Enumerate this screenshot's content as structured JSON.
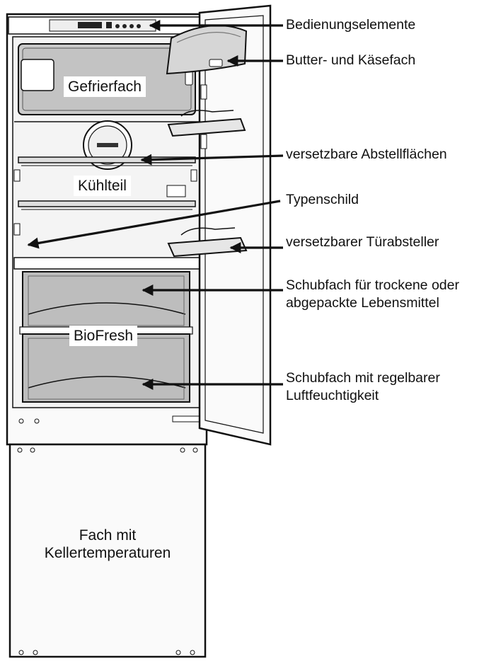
{
  "labels": {
    "controls": "Bedienungselemente",
    "butter_cheese": "Butter- und Käsefach",
    "shelves": "versetzbare Abstellflächen",
    "nameplate": "Typenschild",
    "door_rack": "versetzbarer Türabsteller",
    "dry_drawer_line1": "Schubfach für trockene oder",
    "dry_drawer_line2": "abgepackte Lebensmittel",
    "humidity_drawer_line1": "Schubfach mit regelbarer",
    "humidity_drawer_line2": "Luftfeuchtigkeit"
  },
  "compartments": {
    "freezer": "Gefrierfach",
    "fridge": "Kühlteil",
    "biofresh": "BioFresh",
    "cellar_line1": "Fach mit",
    "cellar_line2": "Kellertemperaturen"
  },
  "colors": {
    "line": "#111111",
    "freezer_fill": "#c9c9c9",
    "drawer_fill": "#bdbdbd",
    "interior": "#f4f4f4"
  }
}
